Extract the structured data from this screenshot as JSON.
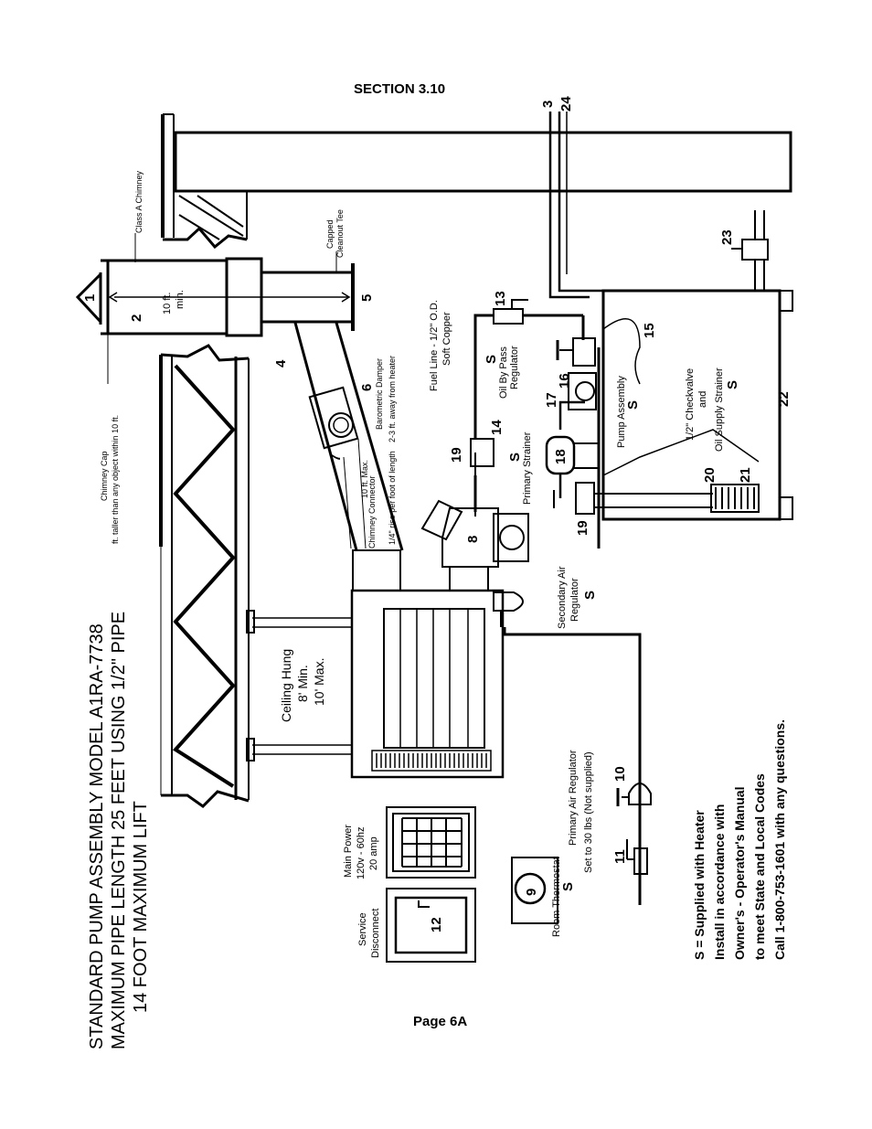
{
  "header": {
    "section": "SECTION 3.10",
    "page": "Page 6A"
  },
  "title_lines": [
    "STANDARD PUMP ASSEMBLY MODEL A1RA-7738",
    "MAXIMUM PIPE LENGTH 25 FEET USING 1/2\" PIPE",
    "14 FOOT MAXIMUM LIFT"
  ],
  "labels": {
    "class_a_chimney": "Class A Chimney",
    "capped_cleanout_tee_1": "Capped",
    "capped_cleanout_tee_2": "Cleanout Tee",
    "ten_ft_1": "10 ft.",
    "ten_ft_2": "min.",
    "chimney_cap_1": "Chimney Cap",
    "chimney_cap_2": "ft. taller than any object within 10 ft.",
    "fuel_line_1": "Fuel Line - 1/2\" O.D.",
    "fuel_line_2": "Soft Copper",
    "oil_bypass_1": "Oil By Pass",
    "oil_bypass_2": "Regulator",
    "baro_damper_1": "Barometric Damper",
    "baro_damper_2": "2-3 ft. away from heater",
    "chimney_connector": "Chimney Connector",
    "ten_ft_max": "10 ft. Max.",
    "quarter_rise": "1/4\" rise per foot of length",
    "pump_assembly": "Pump Assembly",
    "checkvalve_1": "1/2\" Checkvalve",
    "checkvalve_2": "and",
    "checkvalve_3": "Oil Supply Strainer",
    "primary_strainer": "Primary Strainer",
    "secondary_air_1": "Secondary Air",
    "secondary_air_2": "Regulator",
    "ceiling_hung_1": "Ceiling Hung",
    "ceiling_hung_2": "8' Min.",
    "ceiling_hung_3": "10' Max.",
    "primary_air_1": "Primary Air Regulator",
    "primary_air_2": "Set to 30 lbs (Not supplied)",
    "main_power_1": "Main Power",
    "main_power_2": "120v - 60hz",
    "main_power_3": "20 amp",
    "service_disc_1": "Service",
    "service_disc_2": "Disconnect",
    "room_thermostat": "Room Thermostat",
    "supplied_mark": "S"
  },
  "callouts": [
    "1",
    "2",
    "3",
    "4",
    "5",
    "6",
    "7",
    "8",
    "9",
    "10",
    "11",
    "12",
    "13",
    "14",
    "15",
    "16",
    "17",
    "18",
    "19",
    "20",
    "21",
    "22",
    "23",
    "24"
  ],
  "notes": [
    "S = Supplied with Heater",
    "Install in accordance with",
    "Owner's - Operator's Manual",
    "to meet State and Local Codes",
    "Call 1-800-753-1601 with any questions."
  ]
}
